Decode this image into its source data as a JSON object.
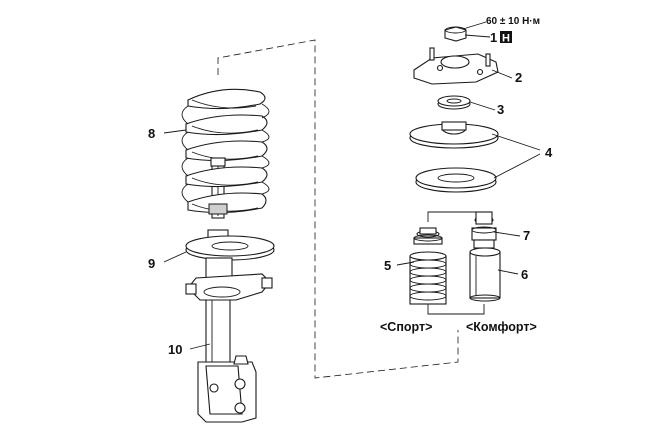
{
  "torque": {
    "text": "60 ± 10 Н·м"
  },
  "callouts": [
    {
      "id": "1",
      "text": "1"
    },
    {
      "id": "2",
      "text": "2"
    },
    {
      "id": "3",
      "text": "3"
    },
    {
      "id": "4",
      "text": "4"
    },
    {
      "id": "5",
      "text": "5"
    },
    {
      "id": "6",
      "text": "6"
    },
    {
      "id": "7",
      "text": "7"
    },
    {
      "id": "8",
      "text": "8"
    },
    {
      "id": "9",
      "text": "9"
    },
    {
      "id": "10",
      "text": "10"
    }
  ],
  "badge": {
    "text": "H"
  },
  "variants": {
    "sport": "<Спорт>",
    "comfort": "<Комфорт>"
  }
}
